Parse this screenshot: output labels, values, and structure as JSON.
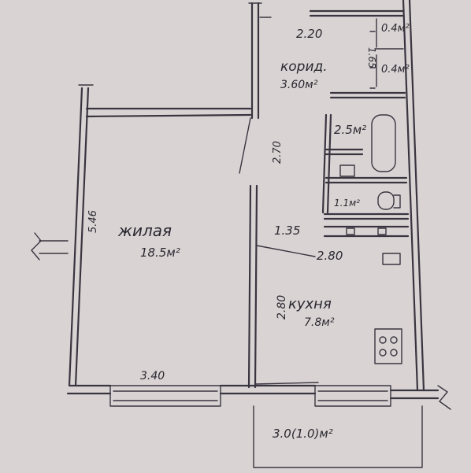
{
  "rooms": {
    "living": {
      "name": "жилая",
      "area": "18.5м²"
    },
    "corridor": {
      "name": "корид.",
      "area": "3.60м²"
    },
    "kitchen": {
      "name": "кухня",
      "area": "7.8м²"
    },
    "bathroom": {
      "area": "2.5м²"
    },
    "toilet": {
      "area": "1.1м²"
    },
    "closet_top": {
      "area": "0.4м²"
    },
    "closet_bottom": {
      "area": "0.4м²"
    },
    "balcony": {
      "area": "3.0(1.0)м²"
    }
  },
  "dimensions": {
    "corridor_width": "2.20",
    "closet_depth": "1.65",
    "living_height": "5.46",
    "living_width": "3.40",
    "door_corridor": "2.70",
    "kitchen_top_left": "1.35",
    "kitchen_width": "2.80",
    "kitchen_height": "2.80"
  }
}
